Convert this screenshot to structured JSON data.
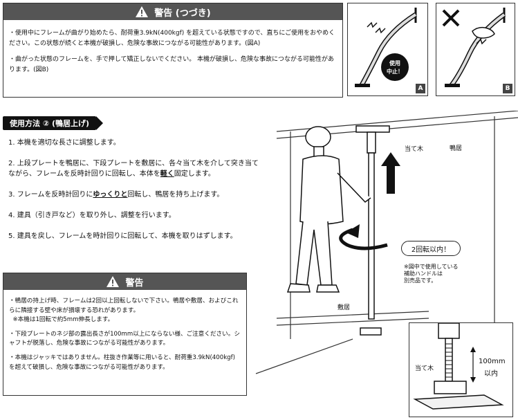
{
  "warning_top": {
    "title": "警告 (つづき)",
    "items": [
      "・使用中にフレームが曲がり始めたら、耐荷重3.9kN(400kgf) を超えている状態ですので、直ちにご使用をおやめください。この状態が続くと本機が破損し、危険な事故につながる可能性があります。(図A)",
      "・曲がった状態のフレームを、手で押して矯正しないでください。 本機が破損し、危険な事故につながる可能性があります。(図B)"
    ]
  },
  "figures": {
    "a": {
      "tag": "A",
      "stop_text_1": "使用",
      "stop_text_2": "中止！"
    },
    "b": {
      "tag": "B"
    }
  },
  "usage": {
    "title": "使用方法 ② (鴨居上げ)",
    "steps": [
      {
        "parts": [
          "1. 本機を適切な長さに調整します。"
        ]
      },
      {
        "parts": [
          "2. 上段プレートを鴨居に、下段プレートを敷居に、各々当て木を介して突き当てながら、フレームを反時計回りに回転し、本体を",
          "軽く",
          "固定します。"
        ]
      },
      {
        "parts": [
          "3. フレームを反時計回りに",
          "ゆっくりと",
          "回転し、鴨居を持ち上げます。"
        ]
      },
      {
        "parts": [
          "4. 建具（引き戸など）を取り外し、調整を行います。"
        ]
      },
      {
        "parts": [
          "5. 建具を戻し、フレームを時計回りに回転して、本機を取りはずします。"
        ]
      }
    ]
  },
  "warning_bottom": {
    "title": "警告",
    "items": [
      "・鴨居の持上げ時、フレームは2回以上回転しないで下さい。鴨居や敷居、およびこれらに隣接する壁や床が損壊する恐れがあります。",
      "※本機は1回転で約5mm伸長します。",
      "・下段プレートのネジ部の露出長さが100mm以上にならない様、ご注意ください。シャフトが脱落し、危険な事故につながる可能性があります。",
      "・本機はジャッキではありません。柱抜き作業等に用いると、耐荷重3.9kN(400kgf) を超えて破損し、危険な事故につながる可能性があります。"
    ]
  },
  "illustration": {
    "label_block_top": "当て木",
    "label_lintel": "鴨居",
    "label_sill": "敷居",
    "callout": "2回転以内！",
    "note_lines": [
      "※図中で使用している",
      "補助ハンドルは",
      "別売品です。"
    ],
    "detail_block_label": "当て木",
    "detail_dim_1": "100mm",
    "detail_dim_2": "以内"
  }
}
